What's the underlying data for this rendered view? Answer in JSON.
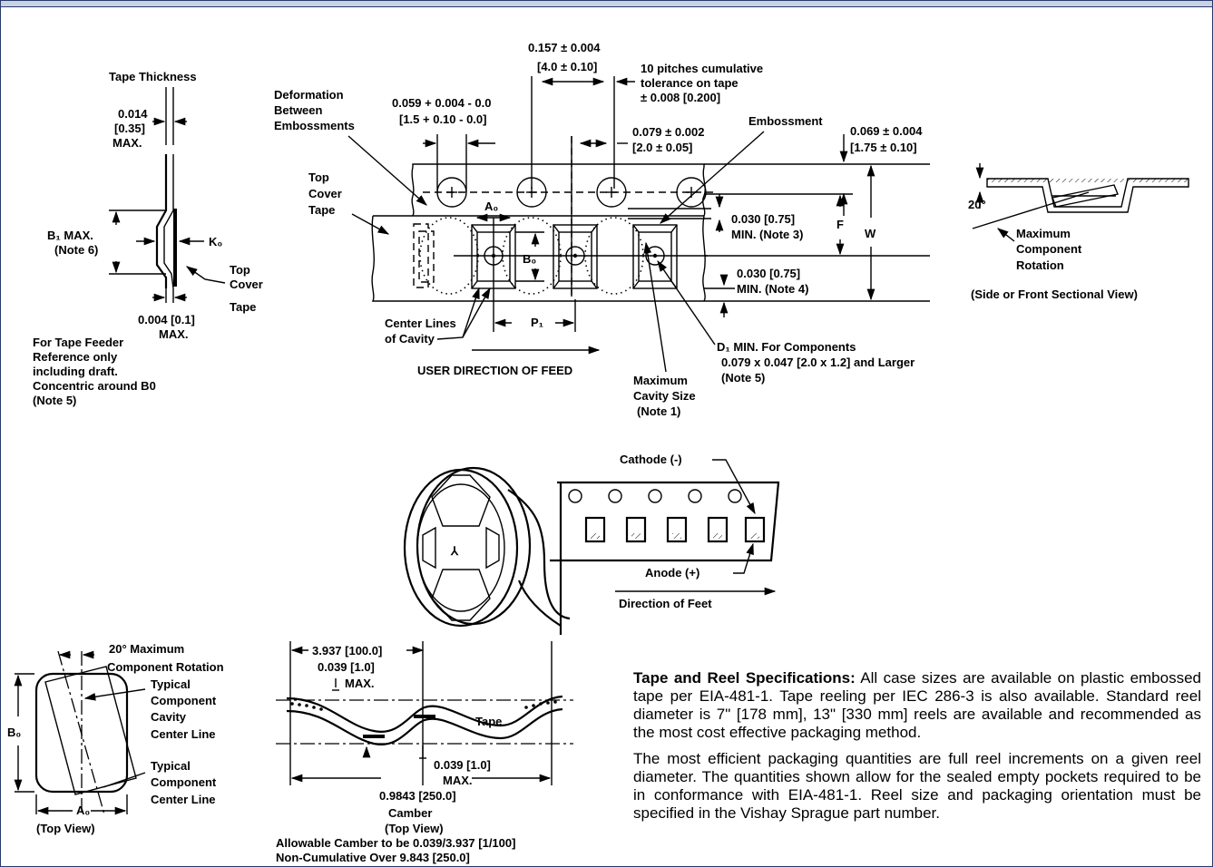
{
  "side_view": {
    "tape_thickness": "Tape Thickness",
    "thk1": "0.014",
    "thk2": "[0.35]",
    "thk3": "MAX.",
    "b1": "B₁ MAX.",
    "b1_note": "(Note 6)",
    "k0": "K₀",
    "top1": "Top",
    "top2": "Cover",
    "top3": "Tape",
    "t1": "0.004 [0.1]",
    "t2": "MAX.",
    "ref1": "For Tape Feeder",
    "ref2": "Reference only",
    "ref3": "including draft.",
    "ref4": "Concentric around B0",
    "ref5": "(Note 5)"
  },
  "main_view": {
    "pitch1": "0.157 ± 0.004",
    "pitch2": "[4.0 ± 0.10]",
    "cum1": "10 pitches cumulative",
    "cum2": "tolerance on tape",
    "cum3": "± 0.008 [0.200]",
    "def1": "Deformation",
    "def2": "Between",
    "def3": "Embossments",
    "hole1": "0.059 + 0.004 - 0.0",
    "hole2": "[1.5 + 0.10 - 0.0]",
    "p2a": "0.079 ± 0.002",
    "p2b": "[2.0 ± 0.05]",
    "emb": "Embossment",
    "e1": "0.069 ± 0.004",
    "e2": "[1.75 ± 0.10]",
    "tc1": "Top",
    "tc2": "Cover",
    "tc3": "Tape",
    "a0": "A₀",
    "b0": "B₀",
    "p1": "P₁",
    "n3a": "0.030 [0.75]",
    "n3b": "MIN. (Note 3)",
    "f": "F",
    "w": "W",
    "n4a": "0.030 [0.75]",
    "n4b": "MIN. (Note 4)",
    "cl1": "Center Lines",
    "cl2": "of Cavity",
    "feed": "USER DIRECTION OF FEED",
    "mc1": "Maximum",
    "mc2": "Cavity Size",
    "mc3": "(Note 1)",
    "d1a": "D₁ MIN.  For Components",
    "d1b": "0.079 x 0.047 [2.0 x 1.2] and Larger",
    "d1c": "(Note 5)"
  },
  "rotation_view": {
    "deg": "20°",
    "r1": "Maximum",
    "r2": "Component",
    "r3": "Rotation",
    "caption": "(Side or Front Sectional View)"
  },
  "reel": {
    "cathode": "Cathode (-)",
    "anode": "Anode (+)",
    "direction": "Direction of Feet"
  },
  "top_view": {
    "rot1": "20° Maximum",
    "rot2": "Component Rotation",
    "tc1": "Typical",
    "tc2": "Component",
    "tc3": "Cavity",
    "tc4": "Center Line",
    "tl1": "Typical",
    "tl2": "Component",
    "tl3": "Center Line",
    "b0": "B₀",
    "a0": "A₀",
    "caption": "(Top View)"
  },
  "camber": {
    "len1": "3.937 [100.0]",
    "d1": "0.039 [1.0]",
    "d1m": "MAX.",
    "tape": "Tape",
    "d2": "0.039 [1.0]",
    "d2m": "MAX.",
    "len2": "0.9843 [250.0]",
    "c1": "Camber",
    "c2": "(Top View)",
    "c3": "Allowable Camber to be 0.039/3.937 [1/100]",
    "c4": "Non-Cumulative Over 9.843 [250.0]"
  },
  "specs": {
    "heading": "Tape and Reel Specifications:",
    "para1": " All case sizes are available on plastic embossed tape per EIA-481-1. Tape reeling per IEC 286-3 is also available. Standard reel diameter is 7\" [178 mm], 13\" [330 mm] reels are available and recommended as the most cost effective packaging method.",
    "para2": "The most efficient packaging quantities are full reel increments on a given reel diameter. The quantities shown allow for the sealed empty pockets required to be in conformance with EIA-481-1. Reel size and packaging orientation must be specified in the Vishay Sprague part number."
  }
}
